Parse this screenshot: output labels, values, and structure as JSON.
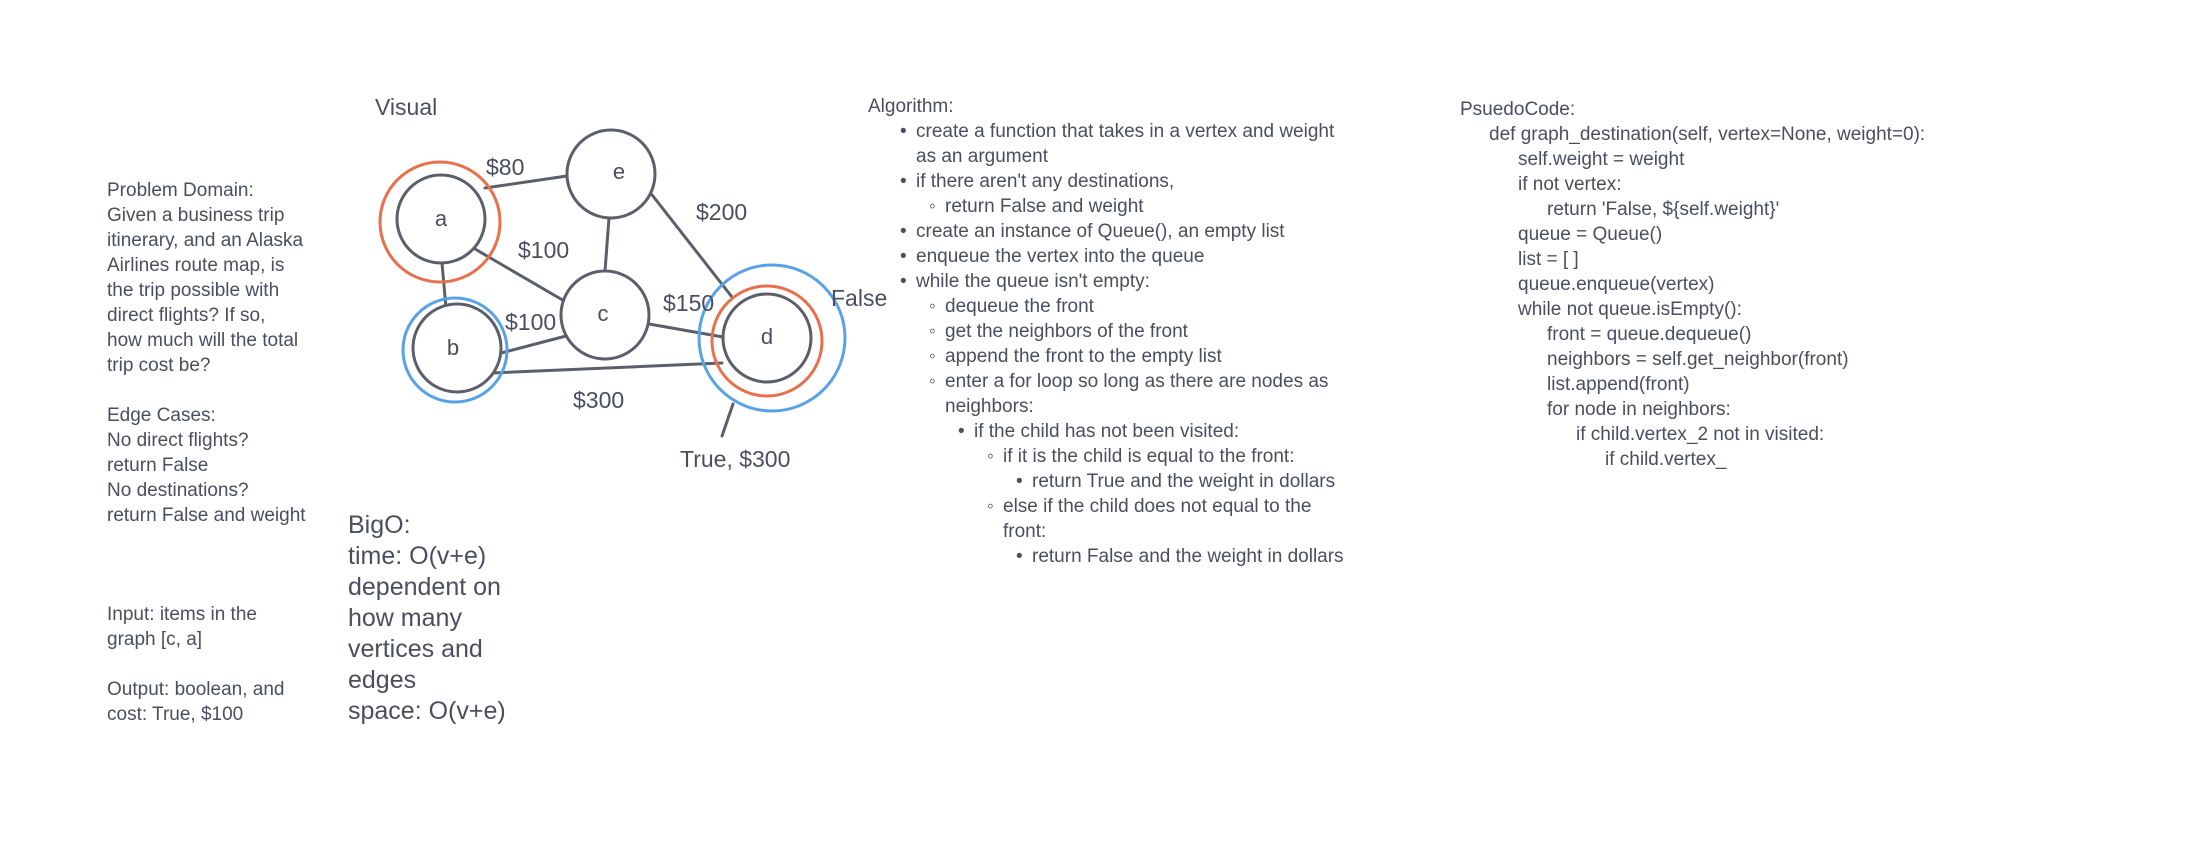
{
  "colors": {
    "text": "#4a4f5e",
    "node_stroke": "#5a5f6b",
    "orange_ring": "#e8704a",
    "blue_ring": "#5aa2e6"
  },
  "problem_domain": [
    "Problem Domain:",
    "Given a business trip",
    "itinerary, and an Alaska",
    "Airlines route map, is",
    "the trip possible with",
    "direct flights? If so,",
    "how much will the total",
    "trip cost be?"
  ],
  "edge_cases": [
    "Edge Cases:",
    "No direct flights?",
    "return False",
    "No destinations?",
    "return False and weight"
  ],
  "input": [
    "Input: items in the",
    "graph [c, a]"
  ],
  "output": [
    "Output: boolean, and",
    "cost: True, $100"
  ],
  "bigo": [
    "BigO:",
    "time: O(v+e)",
    "dependent on",
    "how many",
    "vertices and",
    "edges",
    "space: O(v+e)"
  ],
  "diagram": {
    "title": "Visual",
    "nodes": {
      "a": "a",
      "b": "b",
      "c": "c",
      "d": "d",
      "e": "e"
    },
    "edge_labels": {
      "a_e": "$80",
      "e_d": "$200",
      "a_c": "$100",
      "b_c": "$100",
      "c_d": "$150",
      "b_d": "$300"
    },
    "false_label": "False",
    "true_label": "True, $300"
  },
  "algorithm": {
    "title": "Algorithm:",
    "items": [
      {
        "level": 1,
        "text": "create a function that takes in a vertex and weight"
      },
      {
        "level": 1,
        "cont": true,
        "text": "as an argument"
      },
      {
        "level": 1,
        "text": "if there aren't any destinations,"
      },
      {
        "level": 2,
        "text": "return False and weight"
      },
      {
        "level": 1,
        "text": "create an instance of Queue(), an empty list"
      },
      {
        "level": 1,
        "text": "enqueue the vertex into the queue"
      },
      {
        "level": 1,
        "text": "while the queue isn't empty:"
      },
      {
        "level": 2,
        "text": "dequeue the front"
      },
      {
        "level": 2,
        "text": "get the neighbors of the front"
      },
      {
        "level": 2,
        "text": "append the front to the empty list"
      },
      {
        "level": 2,
        "text": "enter a for loop so long as there are nodes as"
      },
      {
        "level": 2,
        "cont": true,
        "text": "neighbors:"
      },
      {
        "level": 3,
        "text": "if the child has not been visited:"
      },
      {
        "level": 4,
        "text": "if it is the child is equal to the front:"
      },
      {
        "level": 5,
        "text": "return True and the weight in dollars"
      },
      {
        "level": 4,
        "text": "else if the child does not equal to the"
      },
      {
        "level": 4,
        "cont": true,
        "text": "front:"
      },
      {
        "level": 5,
        "text": "return False and the weight in dollars"
      }
    ]
  },
  "pseudocode": {
    "title": "PsuedoCode:",
    "lines": [
      {
        "indent": 1,
        "text": "def graph_destination(self, vertex=None, weight=0):"
      },
      {
        "indent": 2,
        "text": "self.weight = weight"
      },
      {
        "indent": 2,
        "text": "if not vertex:"
      },
      {
        "indent": 3,
        "text": "return 'False, ${self.weight}'"
      },
      {
        "indent": 2,
        "text": "queue = Queue()"
      },
      {
        "indent": 2,
        "text": "list = [ ]"
      },
      {
        "indent": 2,
        "text": "queue.enqueue(vertex)"
      },
      {
        "indent": 2,
        "text": "while not queue.isEmpty():"
      },
      {
        "indent": 3,
        "text": "front = queue.dequeue()"
      },
      {
        "indent": 3,
        "text": "neighbors = self.get_neighbor(front)"
      },
      {
        "indent": 3,
        "text": "list.append(front)"
      },
      {
        "indent": 3,
        "text": "for node in neighbors:"
      },
      {
        "indent": 4,
        "text": "if child.vertex_2 not in visited:"
      },
      {
        "indent": 5,
        "text": "if child.vertex_"
      }
    ]
  }
}
